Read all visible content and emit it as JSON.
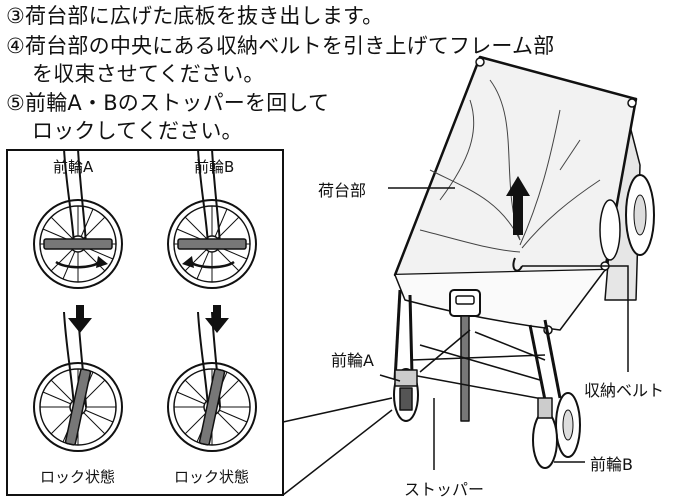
{
  "instructions": {
    "step3": "③荷台部に広げた底板を抜き出します。",
    "step4_line1": "④荷台部の中央にある収納ベルトを引き上げてフレーム部",
    "step4_line2": "を収束させてください。",
    "step5_line1": "⑤前輪A・Bのストッパーを回して",
    "step5_line2": "ロックしてください。"
  },
  "inset": {
    "wheel_a_label": "前輪A",
    "wheel_b_label": "前輪B",
    "lock_state_label": "ロック状態"
  },
  "callouts": {
    "cargo": "荷台部",
    "storage_belt": "収納ベルト",
    "front_wheel_a": "前輪A",
    "front_wheel_b": "前輪B",
    "stopper": "ストッパー"
  }
}
